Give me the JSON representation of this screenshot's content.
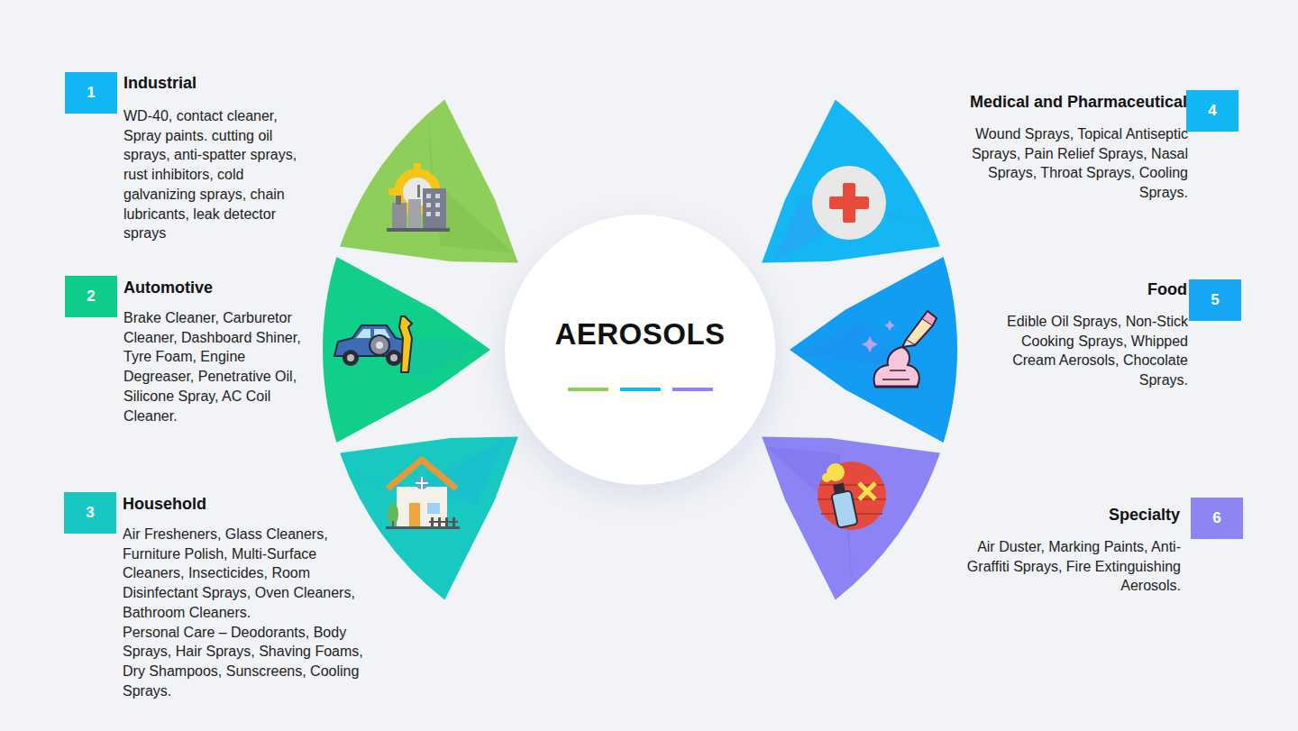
{
  "diagram": {
    "nodes": [
      {
        "text": [
          "AEROSOLS"
        ]
      },
      {
        "text": [
          "1",
          "Industrial",
          "WD-40, contact cleaner, Spray paints. cutting oil sprays, anti-spatter sprays, rust inhibitors, cold galvanizing sprays, chain lubricants, leak detector sprays"
        ]
      },
      {
        "text": [
          "2",
          "Automotive",
          "Brake Cleaner, Carburetor Cleaner, Dashboard Shiner, Tyre Foam, Engine Degreaser, Penetrative Oil, Silicone Spray, AC Coil Cleaner."
        ]
      },
      {
        "text": [
          "3",
          "Household",
          "Air Fresheners, Glass Cleaners, Furniture Polish, Multi-Surface Cleaners, Insecticides, Room Disinfectant Sprays, Oven Cleaners, Bathroom Cleaners.",
          "Personal Care – Deodorants, Body Sprays, Hair Sprays, Shaving Foams, Dry Shampoos, Sunscreens, Cooling Sprays."
        ]
      },
      {
        "text": [
          "4",
          "Medical and Pharmaceutical",
          "Wound Sprays, Topical Antiseptic Sprays, Pain Relief Sprays, Nasal Sprays, Throat Sprays, Cooling Sprays."
        ]
      },
      {
        "text": [
          "5",
          "Food",
          "Edible Oil Sprays, Non-Stick Cooking Sprays, Whipped Cream Aerosols, Chocolate Sprays."
        ]
      },
      {
        "text": [
          "6",
          "Specialty",
          "Air Duster, Marking Paints, Anti-Graffiti Sprays, Fire Extinguishing Aerosols."
        ]
      }
    ]
  }
}
